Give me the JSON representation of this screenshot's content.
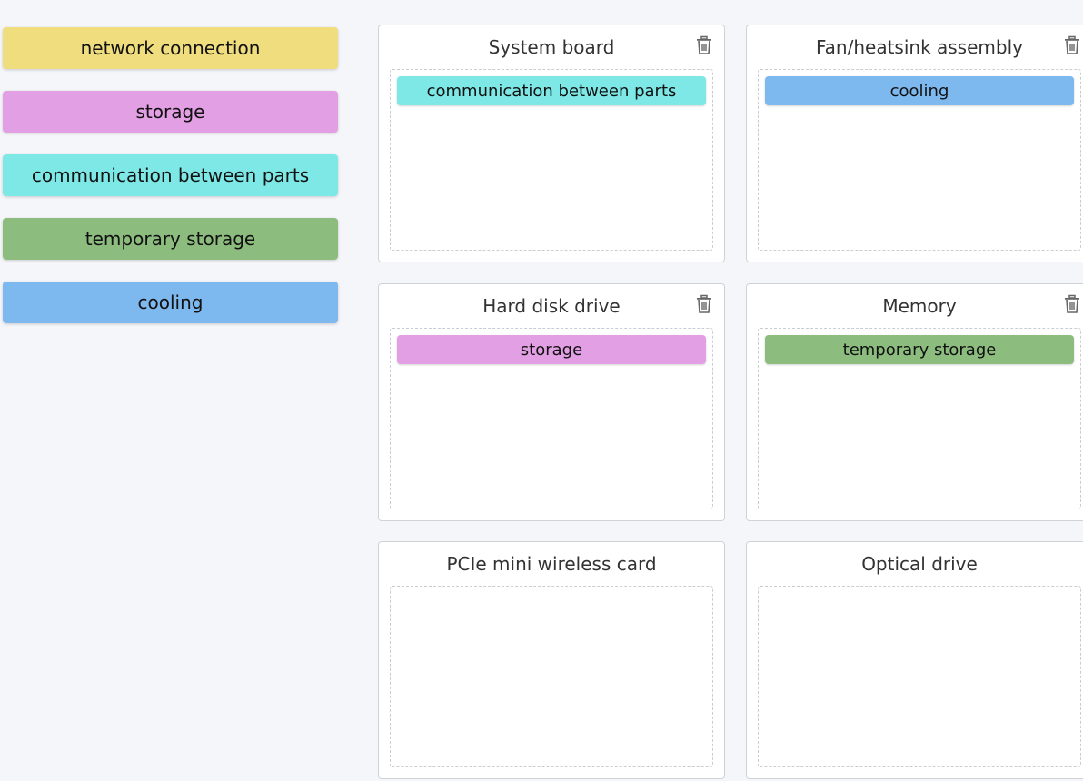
{
  "colors": {
    "yellow": "#efdd7e",
    "pink": "#e29fe3",
    "cyan": "#7de8e6",
    "green": "#8dbd7e",
    "blue": "#7db8ef"
  },
  "palette": {
    "items": [
      {
        "label": "network connection",
        "color": "#efdd7e"
      },
      {
        "label": "storage",
        "color": "#e29fe3"
      },
      {
        "label": "communication between parts",
        "color": "#7de8e6"
      },
      {
        "label": "temporary storage",
        "color": "#8dbd7e"
      },
      {
        "label": "cooling",
        "color": "#7db8ef"
      }
    ]
  },
  "cards": {
    "system_board": {
      "title": "System board",
      "icon": "trash-icon",
      "placed": {
        "label": "communication between parts",
        "color": "#7de8e6"
      }
    },
    "fan": {
      "title": "Fan/heatsink assembly",
      "icon": "trash-icon",
      "placed": {
        "label": "cooling",
        "color": "#7db8ef"
      }
    },
    "hdd": {
      "title": "Hard disk drive",
      "icon": "trash-icon",
      "placed": {
        "label": "storage",
        "color": "#e29fe3"
      }
    },
    "memory": {
      "title": "Memory",
      "icon": "trash-icon",
      "placed": {
        "label": "temporary storage",
        "color": "#8dbd7e"
      }
    },
    "pcie": {
      "title": "PCIe mini wireless card"
    },
    "optical": {
      "title": "Optical drive"
    }
  }
}
